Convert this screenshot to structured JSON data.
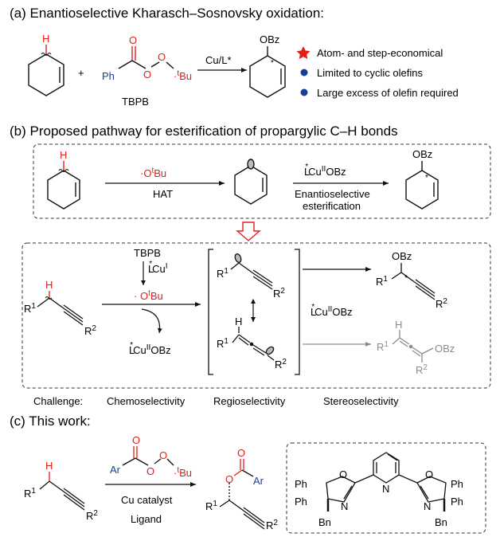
{
  "sections": {
    "a_title": "(a) Enantioselective Kharasch–Sosnovsky oxidation:",
    "b_title": "(b) Proposed pathway for esterification of propargylic C–H bonds",
    "c_title": "(c) This work:"
  },
  "section_a": {
    "h_label": "H",
    "plus": "+",
    "ph_label": "Ph",
    "o_label": "O",
    "o2_label": "O",
    "o3_label": "O",
    "tbu_label": "Bu",
    "t_label": "t",
    "tbpb_label": "TBPB",
    "arrow_label": "Cu/L*",
    "obz_label": "OBz",
    "star_label": "*",
    "bullets": [
      {
        "icon": "star-icon",
        "text": "Atom- and step-economical"
      },
      {
        "icon": "dot-icon",
        "text": "Limited to cyclic olefins"
      },
      {
        "icon": "dot-icon",
        "text": "Large excess of olefin required"
      }
    ]
  },
  "section_b1": {
    "h_label": "H",
    "reagent": "·O",
    "reagent_t": "t",
    "reagent_bu": "Bu",
    "step1": "HAT",
    "catalyst": "L",
    "catalyst_star": "*",
    "catalyst_cu": "Cu",
    "catalyst_ox": "II",
    "catalyst_obz": "OBz",
    "step2_line1": "Enantioselective",
    "step2_line2": "esterification",
    "product_obz": "OBz",
    "product_star": "*"
  },
  "section_b2": {
    "tbpb": "TBPB",
    "cu1_l": "L",
    "cu1_star": "*",
    "cu1_cu": "Cu",
    "cu1_ox": "I",
    "radical": "· O",
    "radical_t": "t",
    "radical_bu": "Bu",
    "h_label": "H",
    "r1": "R",
    "r1_sup": "1",
    "r2": "R",
    "r2_sup": "2",
    "cu2_l": "L",
    "cu2_star": "*",
    "cu2_cu": "Cu",
    "cu2_ox": "II",
    "cu2_obz": "OBz",
    "mid_cu_l": "L",
    "mid_cu_star": "*",
    "mid_cu_cu": "Cu",
    "mid_cu_ox": "II",
    "mid_cu_obz": "OBz",
    "prod1_obz": "OBz",
    "prod1_star": "*",
    "prod2_obz": "OBz",
    "allene_h": "H"
  },
  "challenges": {
    "label": "Challenge:",
    "items": [
      "Chemoselectivity",
      "Regioselectivity",
      "Stereoselectivity"
    ]
  },
  "section_c": {
    "h_label": "H",
    "r1": "R",
    "r1_sup": "1",
    "r2": "R",
    "r2_sup": "2",
    "ar": "Ar",
    "o": "O",
    "tbu_t": "t",
    "tbu_bu": "Bu",
    "cond1": "Cu catalyst",
    "cond2": "Ligand",
    "ligand": {
      "ph": "Ph",
      "o": "O",
      "n": "N",
      "bn": "Bn"
    }
  },
  "colors": {
    "red": "#e0201b",
    "blue": "#1c3c9c",
    "gray": "#8c8c8c"
  }
}
